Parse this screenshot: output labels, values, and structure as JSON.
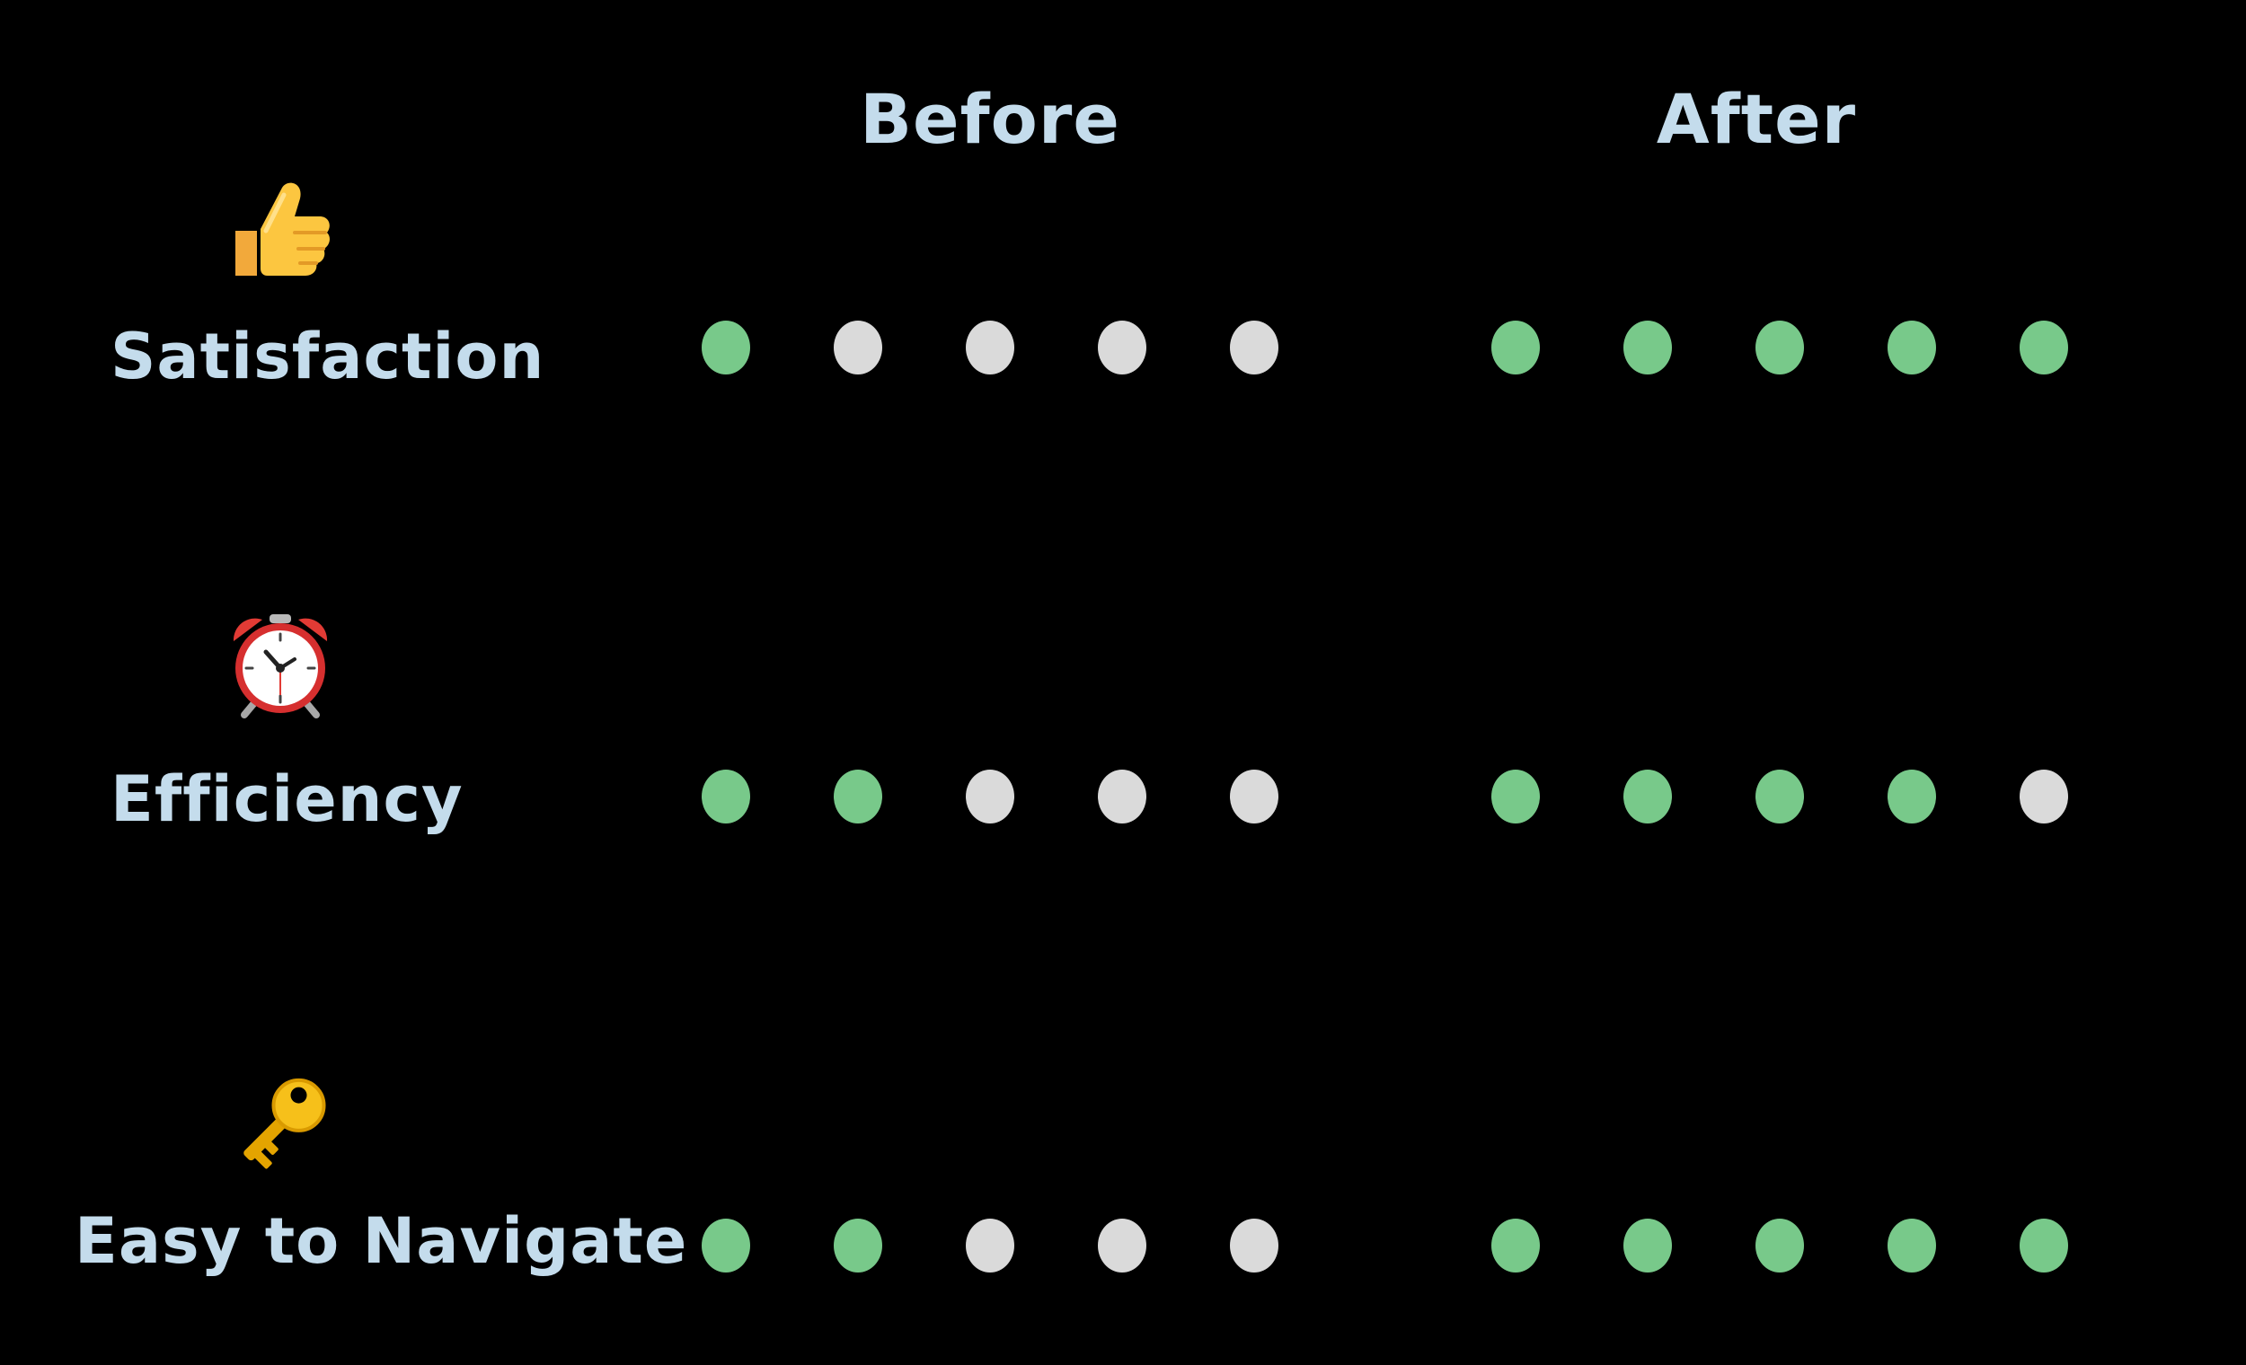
{
  "colors": {
    "background": "#000000",
    "text": "#c4dcec",
    "dot_filled": "#78c98a",
    "dot_empty": "#dadada"
  },
  "columns": {
    "before": "Before",
    "after": "After"
  },
  "scale_max": 5,
  "metrics": [
    {
      "label": "Satisfaction",
      "icon": "thumbs-up-icon",
      "before": 1,
      "after": 5
    },
    {
      "label": "Efficiency",
      "icon": "alarm-clock-icon",
      "before": 2,
      "after": 4
    },
    {
      "label": "Easy to Navigate",
      "icon": "key-icon",
      "before": 2,
      "after": 5
    }
  ]
}
